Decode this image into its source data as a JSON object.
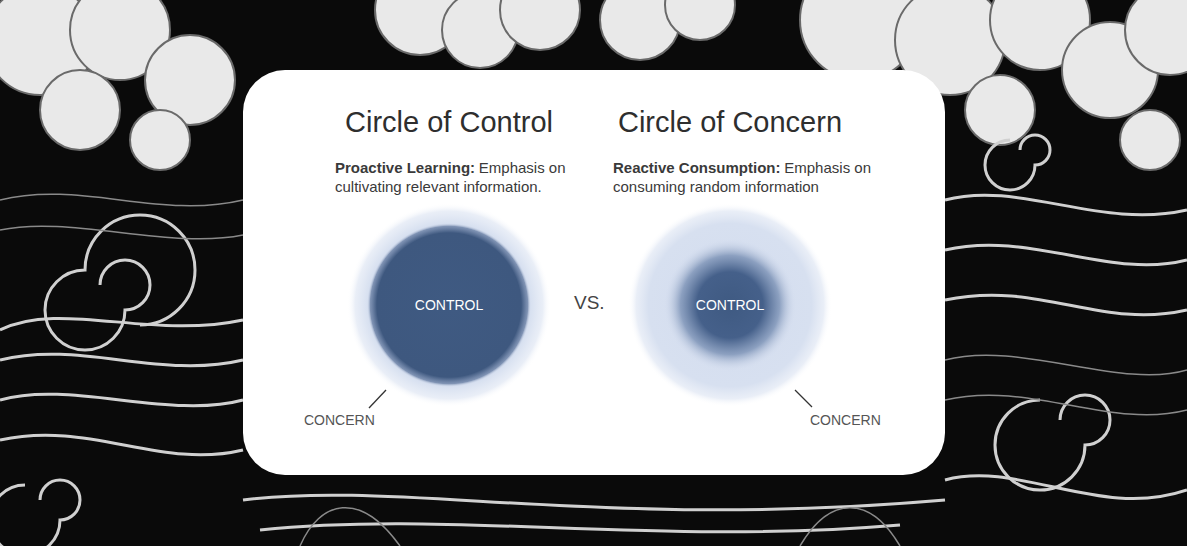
{
  "diagram": {
    "nodes": [
      {
        "text": [
          "CONCERN"
        ]
      },
      {
        "text": [
          "CONTROL"
        ],
        "in": 0
      },
      {
        "text": [
          "CONCERN"
        ]
      },
      {
        "text": [
          "CONTROL"
        ],
        "in": 2
      }
    ],
    "labels": [
      "Circle of Control",
      "Proactive Learning:",
      "Emphasis on cultivating relevant information.",
      "Circle of Concern",
      "Reactive Consumption:",
      "Emphasis on consuming random information",
      "VS."
    ]
  }
}
